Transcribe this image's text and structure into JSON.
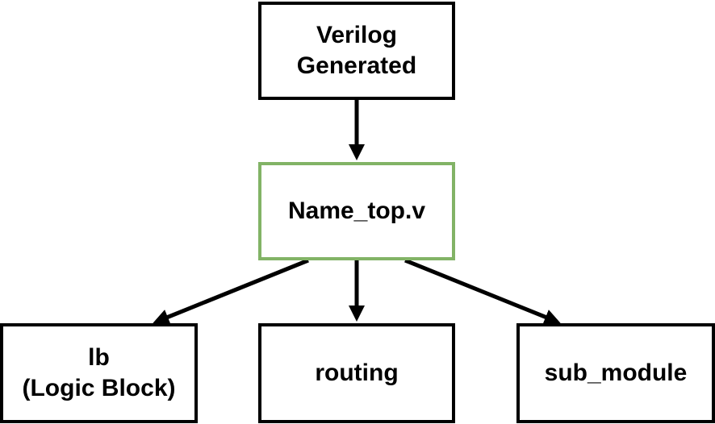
{
  "nodes": {
    "verilog": {
      "line1": "Verilog",
      "line2": "Generated"
    },
    "top": {
      "label": "Name_top.v",
      "border_color": "#82b366"
    },
    "lb": {
      "line1": "lb",
      "line2": "(Logic Block)"
    },
    "routing": {
      "label": "routing"
    },
    "sub_module": {
      "label": "sub_module"
    }
  },
  "edges": [
    {
      "from": "verilog",
      "to": "top"
    },
    {
      "from": "top",
      "to": "lb"
    },
    {
      "from": "top",
      "to": "routing"
    },
    {
      "from": "top",
      "to": "sub_module"
    }
  ],
  "colors": {
    "stroke": "#000000",
    "highlight": "#82b366"
  }
}
